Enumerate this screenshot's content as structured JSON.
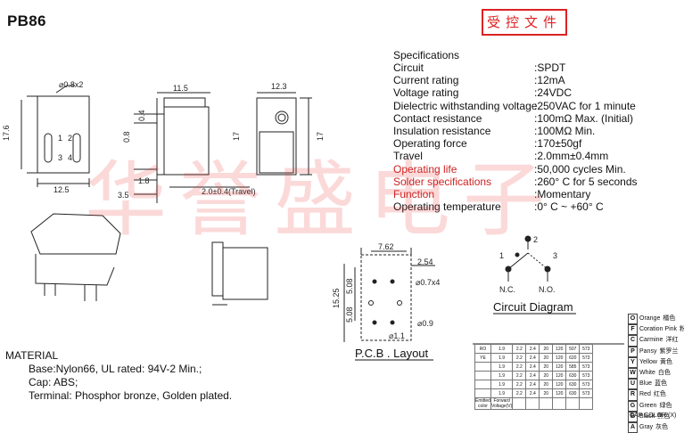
{
  "title": "PB86",
  "stamp": "受控文件",
  "watermark": "华誉盛电子",
  "specifications": {
    "heading": "Specifications",
    "rows": [
      {
        "label": "Circuit",
        "value": ":SPDT"
      },
      {
        "label": "Current rating",
        "value": ":12mA"
      },
      {
        "label": "Voltage rating",
        "value": ":24VDC"
      },
      {
        "label": "Dielectric withstanding voltage",
        "value": ":250VAC for 1 minute"
      },
      {
        "label": "Contact resistance",
        "value": ":100mΩ   Max. (Initial)"
      },
      {
        "label": "Insulation resistance",
        "value": ":100MΩ   Min."
      },
      {
        "label": "Operating force",
        "value": ":170±50gf"
      },
      {
        "label": "Travel",
        "value": ":2.0mm±0.4mm"
      },
      {
        "label": "Operating life",
        "value": ":50,000 cycles Min."
      },
      {
        "label": "Solder specifications",
        "value": ":260° C for 5 seconds"
      },
      {
        "label": "Function",
        "value": ":Momentary"
      },
      {
        "label": "Operating temperature",
        "value": ":0° C ~ +60° C"
      }
    ]
  },
  "dimensions": {
    "hole": "⌀0.8x2",
    "width_top": "11.5",
    "width_right": "12.3",
    "height_left": "17.6",
    "width_bottom": "12.5",
    "pin_0_8": "0.8",
    "pin_0_4": "0.4",
    "pin_1_8": "1.8",
    "pin_3_5": "3.5",
    "height_17a": "17",
    "height_17b": "17",
    "travel": "2.0±0.4(Travel)",
    "pcb_7_62": "7.62",
    "pcb_2_54": "2.54",
    "pcb_hole_4": "⌀0.7x4",
    "pcb_15_25": "15.25",
    "pcb_5_08a": "5.08",
    "pcb_5_08b": "5.08",
    "pcb_0_9": "⌀0.9",
    "pcb_1_1": "⌀1.1"
  },
  "pins": {
    "p1": "1",
    "p2": "2",
    "p3": "3",
    "p4": "4"
  },
  "pcb_layout_caption": "P.C.B . Layout",
  "circuit": {
    "caption": "Circuit Diagram",
    "nc": "N.C.",
    "no": "N.O.",
    "pin1": "1",
    "pin2": "2",
    "pin3": "3"
  },
  "material": {
    "heading": "MATERIAL",
    "lines": [
      "Base:Nylon66, UL rated: 94V-2 Min.;",
      "Cap: ABS;",
      "Terminal: Phosphor bronze, Golden plated."
    ]
  },
  "cap_colors": [
    {
      "code": "O",
      "name": "Orange",
      "cn": "橘色"
    },
    {
      "code": "F",
      "name": "Coration Pink",
      "cn": "粉红"
    },
    {
      "code": "C",
      "name": "Carmine",
      "cn": "洋红"
    },
    {
      "code": "P",
      "name": "Pansy",
      "cn": "紫罗兰"
    },
    {
      "code": "Y",
      "name": "Yellow",
      "cn": "黄色"
    },
    {
      "code": "W",
      "name": "White",
      "cn": "白色"
    },
    {
      "code": "U",
      "name": "Blue",
      "cn": "蓝色"
    },
    {
      "code": "R",
      "name": "Red",
      "cn": "红色"
    },
    {
      "code": "G",
      "name": "Green",
      "cn": "绿色"
    },
    {
      "code": "B",
      "name": "Black",
      "cn": "黑色"
    },
    {
      "code": "A",
      "name": "Gray",
      "cn": "灰色"
    }
  ],
  "cap_color_label": "CAP COLOR (X)",
  "led_table": {
    "rows": [
      [
        "RO",
        "1.9",
        "2.2",
        "2.4",
        "20",
        "120",
        "507",
        "573"
      ],
      [
        "YE",
        "1.9",
        "2.2",
        "2.4",
        "20",
        "120",
        "620",
        "573"
      ],
      [
        "",
        "1.9",
        "2.2",
        "2.4",
        "20",
        "120",
        "585",
        "573"
      ],
      [
        "",
        "1.9",
        "2.2",
        "2.4",
        "20",
        "120",
        "630",
        "573"
      ],
      [
        "",
        "1.9",
        "2.2",
        "2.4",
        "20",
        "120",
        "630",
        "573"
      ],
      [
        "",
        "1.9",
        "2.2",
        "2.4",
        "20",
        "120",
        "630",
        "573"
      ]
    ],
    "footer": [
      "Emitted color",
      "Forward Voltage(V)",
      "",
      "",
      "",
      "",
      "",
      ""
    ]
  }
}
